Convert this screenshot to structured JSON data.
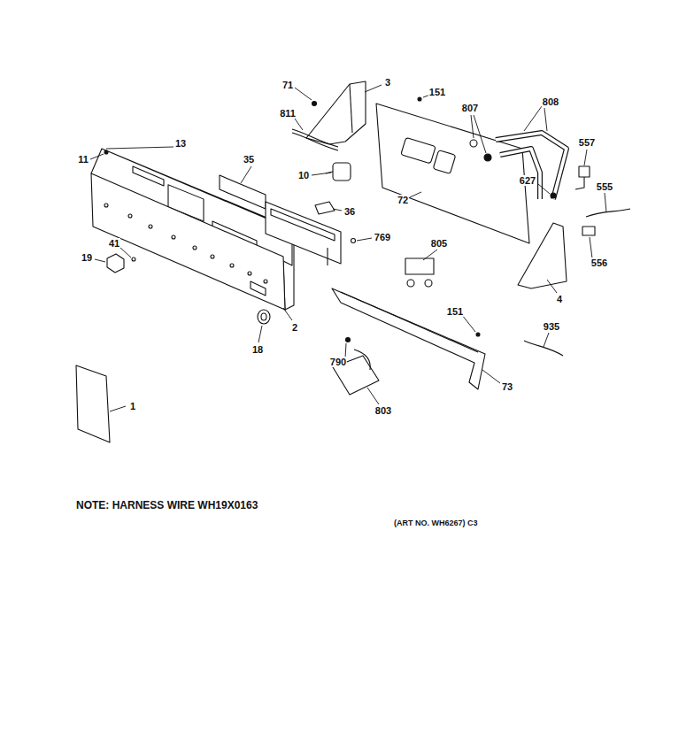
{
  "diagram": {
    "labels": [
      "71",
      "3",
      "151",
      "807",
      "808",
      "811",
      "11",
      "13",
      "35",
      "557",
      "627",
      "555",
      "10",
      "36",
      "72",
      "769",
      "805",
      "41",
      "19",
      "556",
      "4",
      "151",
      "2",
      "18",
      "935",
      "790",
      "73",
      "803",
      "1",
      "NOTE: HARNESS WIRE WH19X0163",
      "(ART NO. WH6267) C3"
    ]
  }
}
